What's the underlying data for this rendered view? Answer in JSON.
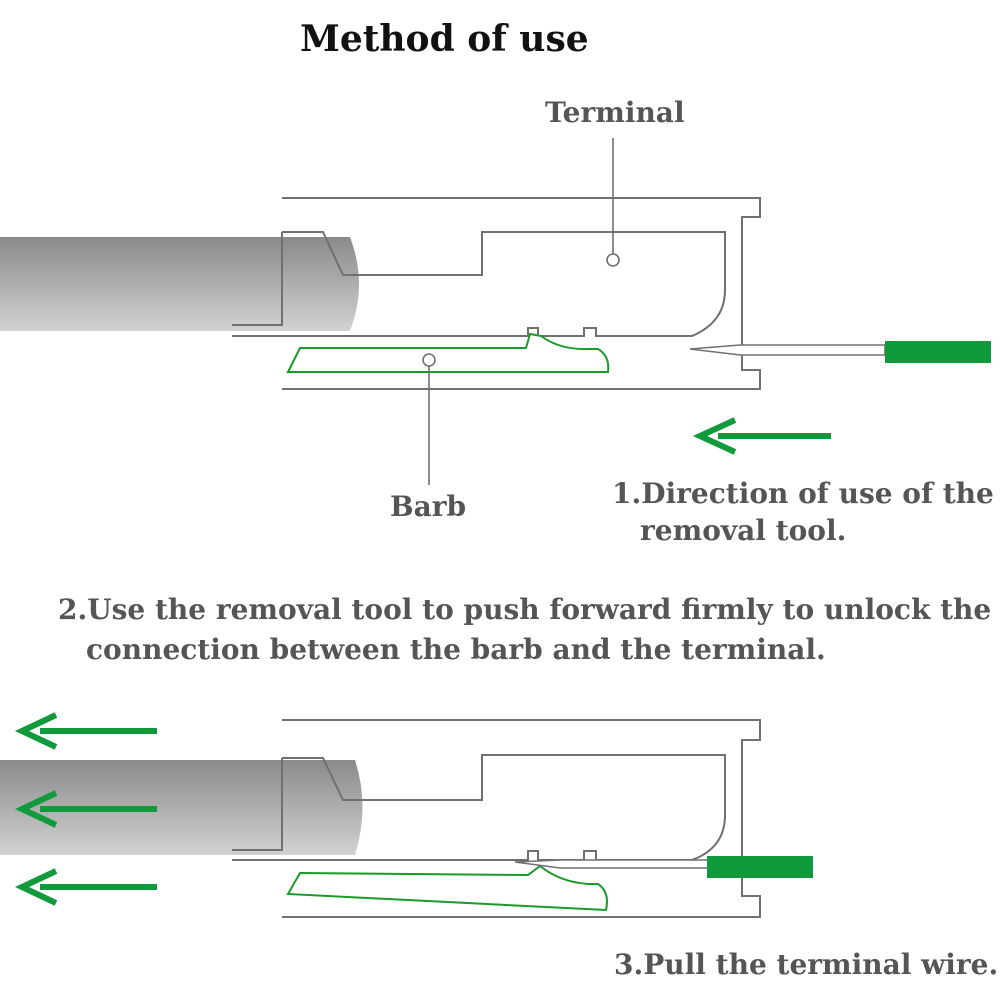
{
  "title": "Method of use",
  "labels": {
    "terminal": "Terminal",
    "barb": "Barb"
  },
  "steps": {
    "step1_line1": "1.Direction of use of the",
    "step1_line2": "removal tool.",
    "step2_line1": "2.Use the removal tool to push forward firmly to unlock the",
    "step2_line2": "connection between the barb and the terminal.",
    "step3": "3.Pull the terminal wire."
  },
  "colors": {
    "tool_green": "#109a3c",
    "barb_green": "#1a9a2a",
    "outline_gray": "#707070",
    "text_gray": "#555555"
  }
}
